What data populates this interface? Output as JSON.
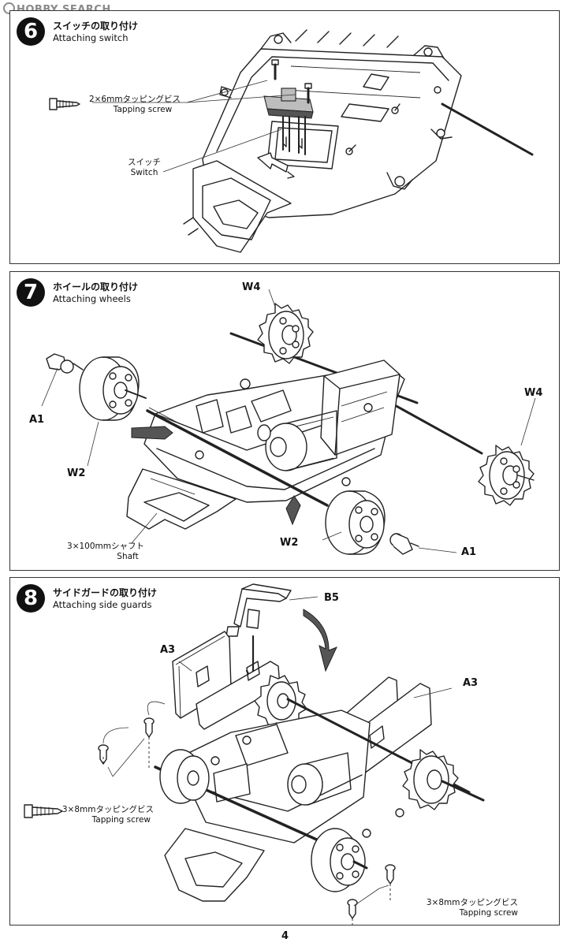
{
  "watermark": "HOBBY SEARCH",
  "page_number": "4",
  "steps": [
    {
      "number": "6",
      "title_jp": "スイッチの取り付け",
      "title_en": "Attaching switch",
      "labels": {
        "screw_jp": "2×6mmタッピングビス",
        "screw_en": "Tapping screw",
        "switch_jp": "スイッチ",
        "switch_en": "Switch"
      }
    },
    {
      "number": "7",
      "title_jp": "ホイールの取り付け",
      "title_en": "Attaching wheels",
      "labels": {
        "w4_top": "W4",
        "w4_right": "W4",
        "a1_left": "A1",
        "w2_left": "W2",
        "shaft_jp": "3×100mmシャフト",
        "shaft_en": "Shaft",
        "w2_right": "W2",
        "a1_right": "A1"
      }
    },
    {
      "number": "8",
      "title_jp": "サイドガードの取り付け",
      "title_en": "Attaching side guards",
      "labels": {
        "b5": "B5",
        "a3_left": "A3",
        "a3_right": "A3",
        "screw_left_jp": "3×8mmタッピングビス",
        "screw_left_en": "Tapping screw",
        "screw_right_jp": "3×8mmタッピングビス",
        "screw_right_en": "Tapping screw"
      }
    }
  ]
}
